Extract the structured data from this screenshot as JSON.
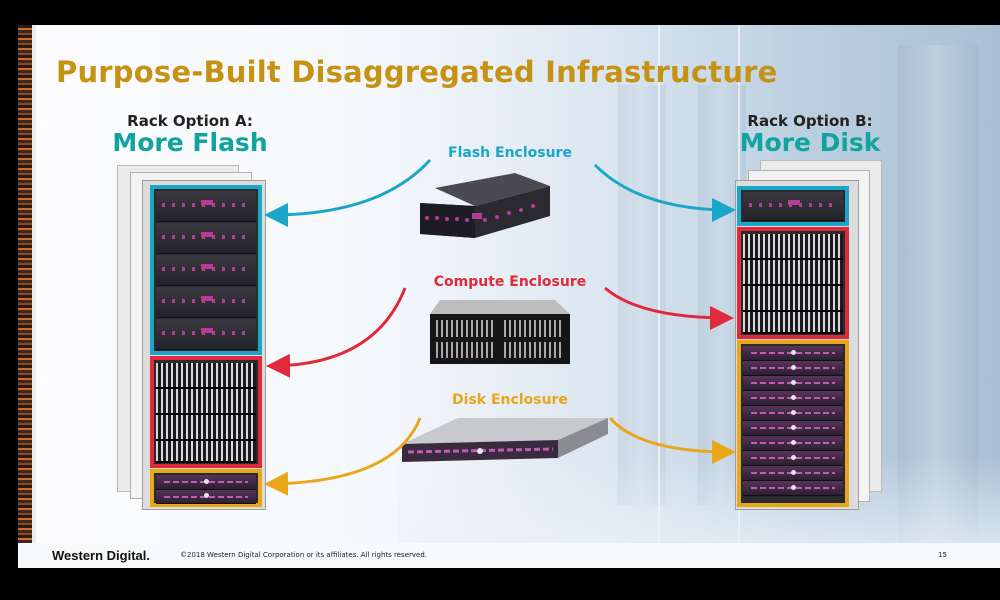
{
  "slide": {
    "title": "Purpose-Built Disaggregated Infrastructure",
    "option_a": {
      "label": "Rack Option A:",
      "headline": "More Flash"
    },
    "option_b": {
      "label": "Rack Option B:",
      "headline": "More Disk"
    },
    "enclosures": [
      {
        "name": "Flash Enclosure",
        "color": "#1aa6c9"
      },
      {
        "name": "Compute Enclosure",
        "color": "#e0293a"
      },
      {
        "name": "Disk Enclosure",
        "color": "#eaa619"
      }
    ]
  },
  "footer": {
    "logo": "Western Digital.",
    "copyright": "©2018 Western Digital Corporation or its affiliates. All rights reserved.",
    "page_number": "15"
  },
  "colors": {
    "title": "#c69214",
    "headline": "#10a3a0",
    "flash": "#1aa6c9",
    "compute": "#e0293a",
    "disk": "#eaa619"
  }
}
